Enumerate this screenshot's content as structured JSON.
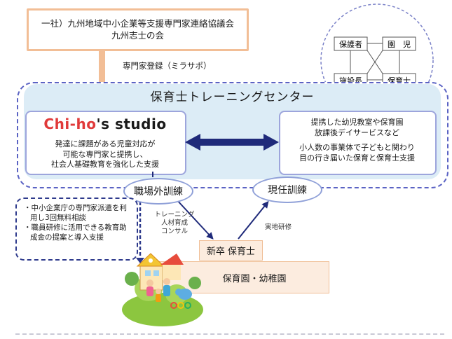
{
  "org": {
    "line1": "一社）九州地域中小企業等支援専門家連絡協議会",
    "line2": "九州志士の会"
  },
  "registration_label": "専門家登録（ミラサポ）",
  "center_title": "保育士トレーニングセンター",
  "studio": {
    "logo_part1": "Chi-ho",
    "logo_part2": "'s studio",
    "desc1": "発達に課題がある児童対応が",
    "desc2": "可能な専門家と提携し、",
    "desc3": "社会人基礎教育を強化した支援"
  },
  "partners": {
    "line1": "提携した幼児教室や保育園",
    "line2": "放課後デイサービスなど",
    "line3": "小人数の事業体で子どもと関わり",
    "line4": "目の行き届いた保育と保育士支援"
  },
  "relations": {
    "guardian": "保護者",
    "child": "園　児",
    "director": "施設長",
    "nursery_teacher": "保育士"
  },
  "offjt_label": "職場外訓練",
  "ojt_label": "現任訓練",
  "training_label_1": "トレーニング",
  "training_label_2": "人材育成",
  "training_label_3": "コンサル",
  "jisshi_label": "実地研修",
  "new_grad_label": "新卒 保育士",
  "school_label": "保育園・幼稚園",
  "support_notes": [
    "・中小企業庁の専門家派遣を利用し3回無料相談",
    "・職員研修に活用できる教育助成金の提案と導入支援"
  ],
  "colors": {
    "band": "#dcecf6",
    "dashed_border": "#5b63c4",
    "arrow_orange": "#f2be96",
    "arrow_navy": "#1f2a7a",
    "logo_red": "#e03a3a",
    "peach": "#fcecdf"
  }
}
